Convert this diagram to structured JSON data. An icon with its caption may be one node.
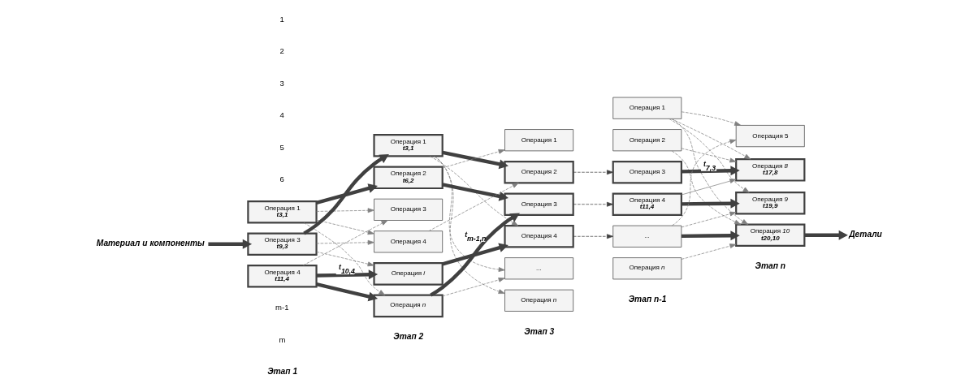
{
  "diagram": {
    "nodes": [
      {
        "text": [
          "Материал и компоненты"
        ]
      },
      {
        "text": [
          "Операция 1",
          "t3,1"
        ]
      },
      {
        "text": [
          "Операция 3",
          "t9,3"
        ]
      },
      {
        "text": [
          "Операция 4",
          "t11,4"
        ]
      },
      {
        "text": [
          "Операция 1",
          "t3,1"
        ]
      },
      {
        "text": [
          "Операция 2",
          "t6,2"
        ]
      },
      {
        "text": [
          "Операция 3"
        ]
      },
      {
        "text": [
          "Операция 4"
        ]
      },
      {
        "text": [
          "Операция *i*"
        ]
      },
      {
        "text": [
          "Операция *n*"
        ]
      },
      {
        "text": [
          "Операция 1"
        ]
      },
      {
        "text": [
          "Операция 2"
        ]
      },
      {
        "text": [
          "Операция 3"
        ]
      },
      {
        "text": [
          "Операция 4"
        ]
      },
      {
        "text": [
          "..."
        ]
      },
      {
        "text": [
          "Операция *n*"
        ]
      },
      {
        "text": [
          "Операция 1"
        ]
      },
      {
        "text": [
          "Операция 2"
        ]
      },
      {
        "text": [
          "Операция 3"
        ]
      },
      {
        "text": [
          "Операция 4",
          "t11,4"
        ]
      },
      {
        "text": [
          "..."
        ]
      },
      {
        "text": [
          "Операция *n*"
        ]
      },
      {
        "text": [
          "Операция 5"
        ]
      },
      {
        "text": [
          "Операция *8*",
          "t17,8"
        ]
      },
      {
        "text": [
          "Операция *9*",
          "t19,9"
        ]
      },
      {
        "text": [
          "Операция *10*",
          "t20,10"
        ]
      },
      {
        "text": [
          "Детали"
        ]
      }
    ],
    "edges": [
      {
        "from": 0,
        "to": 2,
        "arrow": "to",
        "style": "thick",
        "color": "#404040"
      },
      {
        "from": 1,
        "to": 5,
        "arrow": "to",
        "style": "thick",
        "color": "#404040"
      },
      {
        "from": 2,
        "to": 4,
        "arrow": "to",
        "style": "thick",
        "color": "#404040"
      },
      {
        "from": 3,
        "to": 8,
        "arrow": "to",
        "style": "thick",
        "color": "#404040",
        "label": "t$_{10,4}$"
      },
      {
        "from": 3,
        "to": 9,
        "arrow": "to",
        "style": "thick",
        "color": "#404040"
      },
      {
        "from": 1,
        "to": 6,
        "arrow": "to",
        "style": "dashed"
      },
      {
        "from": 1,
        "to": 7,
        "arrow": "to",
        "style": "dashed"
      },
      {
        "from": 1,
        "to": 9,
        "arrow": "to",
        "style": "dashed"
      },
      {
        "from": 2,
        "to": 7,
        "arrow": "to",
        "style": "dashed"
      },
      {
        "from": 2,
        "to": 8,
        "arrow": "to",
        "style": "dashed"
      },
      {
        "from": 3,
        "to": 6,
        "arrow": "to",
        "style": "dashed"
      },
      {
        "from": 4,
        "to": 11,
        "arrow": "to",
        "style": "thick",
        "color": "#404040"
      },
      {
        "from": 5,
        "to": 12,
        "arrow": "to",
        "style": "thick",
        "color": "#404040"
      },
      {
        "from": 8,
        "to": 13,
        "arrow": "to",
        "style": "thick",
        "color": "#404040"
      },
      {
        "from": 9,
        "to": 12,
        "arrow": "to",
        "style": "thick",
        "color": "#404040",
        "label": "t$_{m-1,n}$"
      },
      {
        "from": 5,
        "to": 10,
        "arrow": "to",
        "style": "dashed"
      },
      {
        "from": 7,
        "to": 11,
        "arrow": "to",
        "style": "dashed"
      },
      {
        "from": 4,
        "to": 13,
        "arrow": "to",
        "style": "dashed"
      },
      {
        "from": 4,
        "to": 14,
        "arrow": "to",
        "style": "dashed"
      },
      {
        "from": 4,
        "to": 15,
        "arrow": "to",
        "style": "dashed"
      },
      {
        "from": 9,
        "to": 14,
        "arrow": "to",
        "style": "dashed"
      },
      {
        "from": 11,
        "to": 18,
        "arrow": "to",
        "style": "dashed",
        "color": "#404040"
      },
      {
        "from": 12,
        "to": 19,
        "arrow": "to",
        "style": "dashed",
        "color": "#404040"
      },
      {
        "from": 13,
        "to": 20,
        "arrow": "to",
        "style": "dashed",
        "color": "#404040"
      },
      {
        "from": 18,
        "to": 23,
        "arrow": "to",
        "style": "thick",
        "color": "#404040",
        "label": "t$_{7,3}$"
      },
      {
        "from": 19,
        "to": 24,
        "arrow": "to",
        "style": "thick",
        "color": "#404040"
      },
      {
        "from": 20,
        "to": 25,
        "arrow": "to",
        "style": "thick",
        "color": "#404040"
      },
      {
        "from": 19,
        "to": 23,
        "arrow": "to"
      },
      {
        "from": 16,
        "to": 22,
        "arrow": "to",
        "style": "dashed"
      },
      {
        "from": 16,
        "to": 23,
        "arrow": "to",
        "style": "dashed"
      },
      {
        "from": 16,
        "to": 24,
        "arrow": "to",
        "style": "dashed"
      },
      {
        "from": 16,
        "to": 25,
        "arrow": "to",
        "style": "dashed"
      },
      {
        "from": 17,
        "to": 23,
        "arrow": "to",
        "style": "dashed"
      },
      {
        "from": 17,
        "to": 25,
        "arrow": "to",
        "style": "dashed"
      },
      {
        "from": 20,
        "to": 22,
        "arrow": "to",
        "style": "dashed"
      },
      {
        "from": 20,
        "to": 24,
        "arrow": "to",
        "style": "dashed"
      },
      {
        "from": 21,
        "to": 25,
        "arrow": "to",
        "style": "dashed"
      },
      {
        "from": 25,
        "to": 26,
        "arrow": "to",
        "style": "thick",
        "color": "#404040"
      }
    ],
    "labels": [
      "1",
      "2",
      "3",
      "4",
      "5",
      "6",
      "m-1",
      "m",
      "Этап 1",
      "Этап 2",
      "Этап 3",
      "Этап n-1",
      "Этап n"
    ]
  }
}
